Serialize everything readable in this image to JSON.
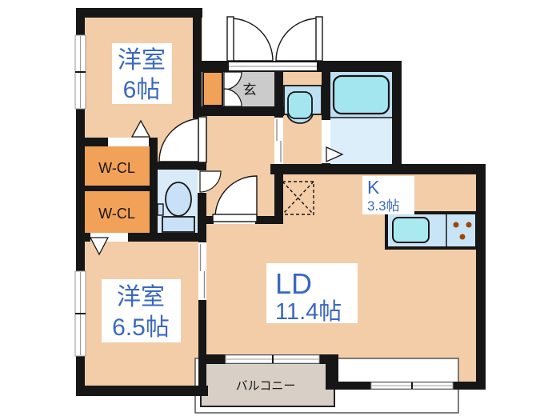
{
  "floorplan": {
    "rooms": {
      "bedroom_top": {
        "name": "洋室",
        "size": "6帖"
      },
      "bedroom_bottom": {
        "name": "洋室",
        "size": "6.5帖"
      },
      "living_dining": {
        "name": "LD",
        "size": "11.4帖"
      },
      "kitchen": {
        "name": "K",
        "size": "3.3帖"
      },
      "closet_upper": {
        "label": "W-CL"
      },
      "closet_lower": {
        "label": "W-CL"
      },
      "entrance": {
        "label": "玄"
      },
      "balcony": {
        "label": "バルコニー"
      }
    },
    "fixtures": {
      "bathtub": "bathtub-icon",
      "washbasin": "washbasin-icon",
      "toilet": "toilet-icon",
      "kitchen_sink": "kitchen-sink-icon",
      "stove": "stove-burners-icon",
      "refrigerator_space": "refrigerator-space-dashed-box"
    },
    "colors": {
      "floor_peach": "#F3CDA8",
      "wall_black": "#161616",
      "closet_orange": "#F2A159",
      "entrance_gray": "#CBCBCB",
      "water_blue": "#C9E4F7",
      "tub_cyan": "#A3E6EF",
      "bath_floor_blue": "#DCEEF9",
      "toilet_room_blue": "#D9EAF8",
      "balcony_gray": "#D8D0C6",
      "label_blue": "#3A68C1",
      "burner_brown": "#9C4708"
    }
  }
}
